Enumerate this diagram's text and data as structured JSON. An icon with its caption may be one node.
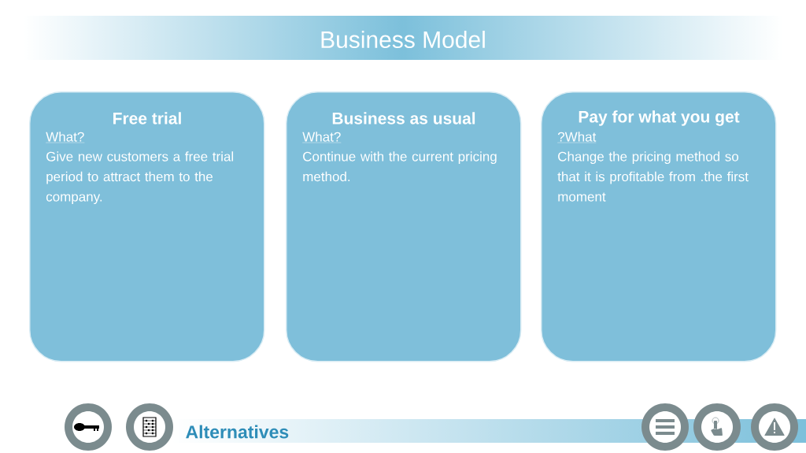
{
  "diagram": {
    "title": "Business Model",
    "nodes": [
      {
        "text": [
          "Free trial",
          "What?",
          "Give new customers a free trial period to attract them to the company."
        ]
      },
      {
        "text": [
          "Business as usual",
          "What?",
          "Continue with the current pricing method."
        ]
      },
      {
        "text": [
          "Pay for what you get",
          "?What",
          "Change the pricing method so that it is profitable from .the first moment"
        ]
      }
    ],
    "labels": [
      "Alternatives"
    ]
  }
}
